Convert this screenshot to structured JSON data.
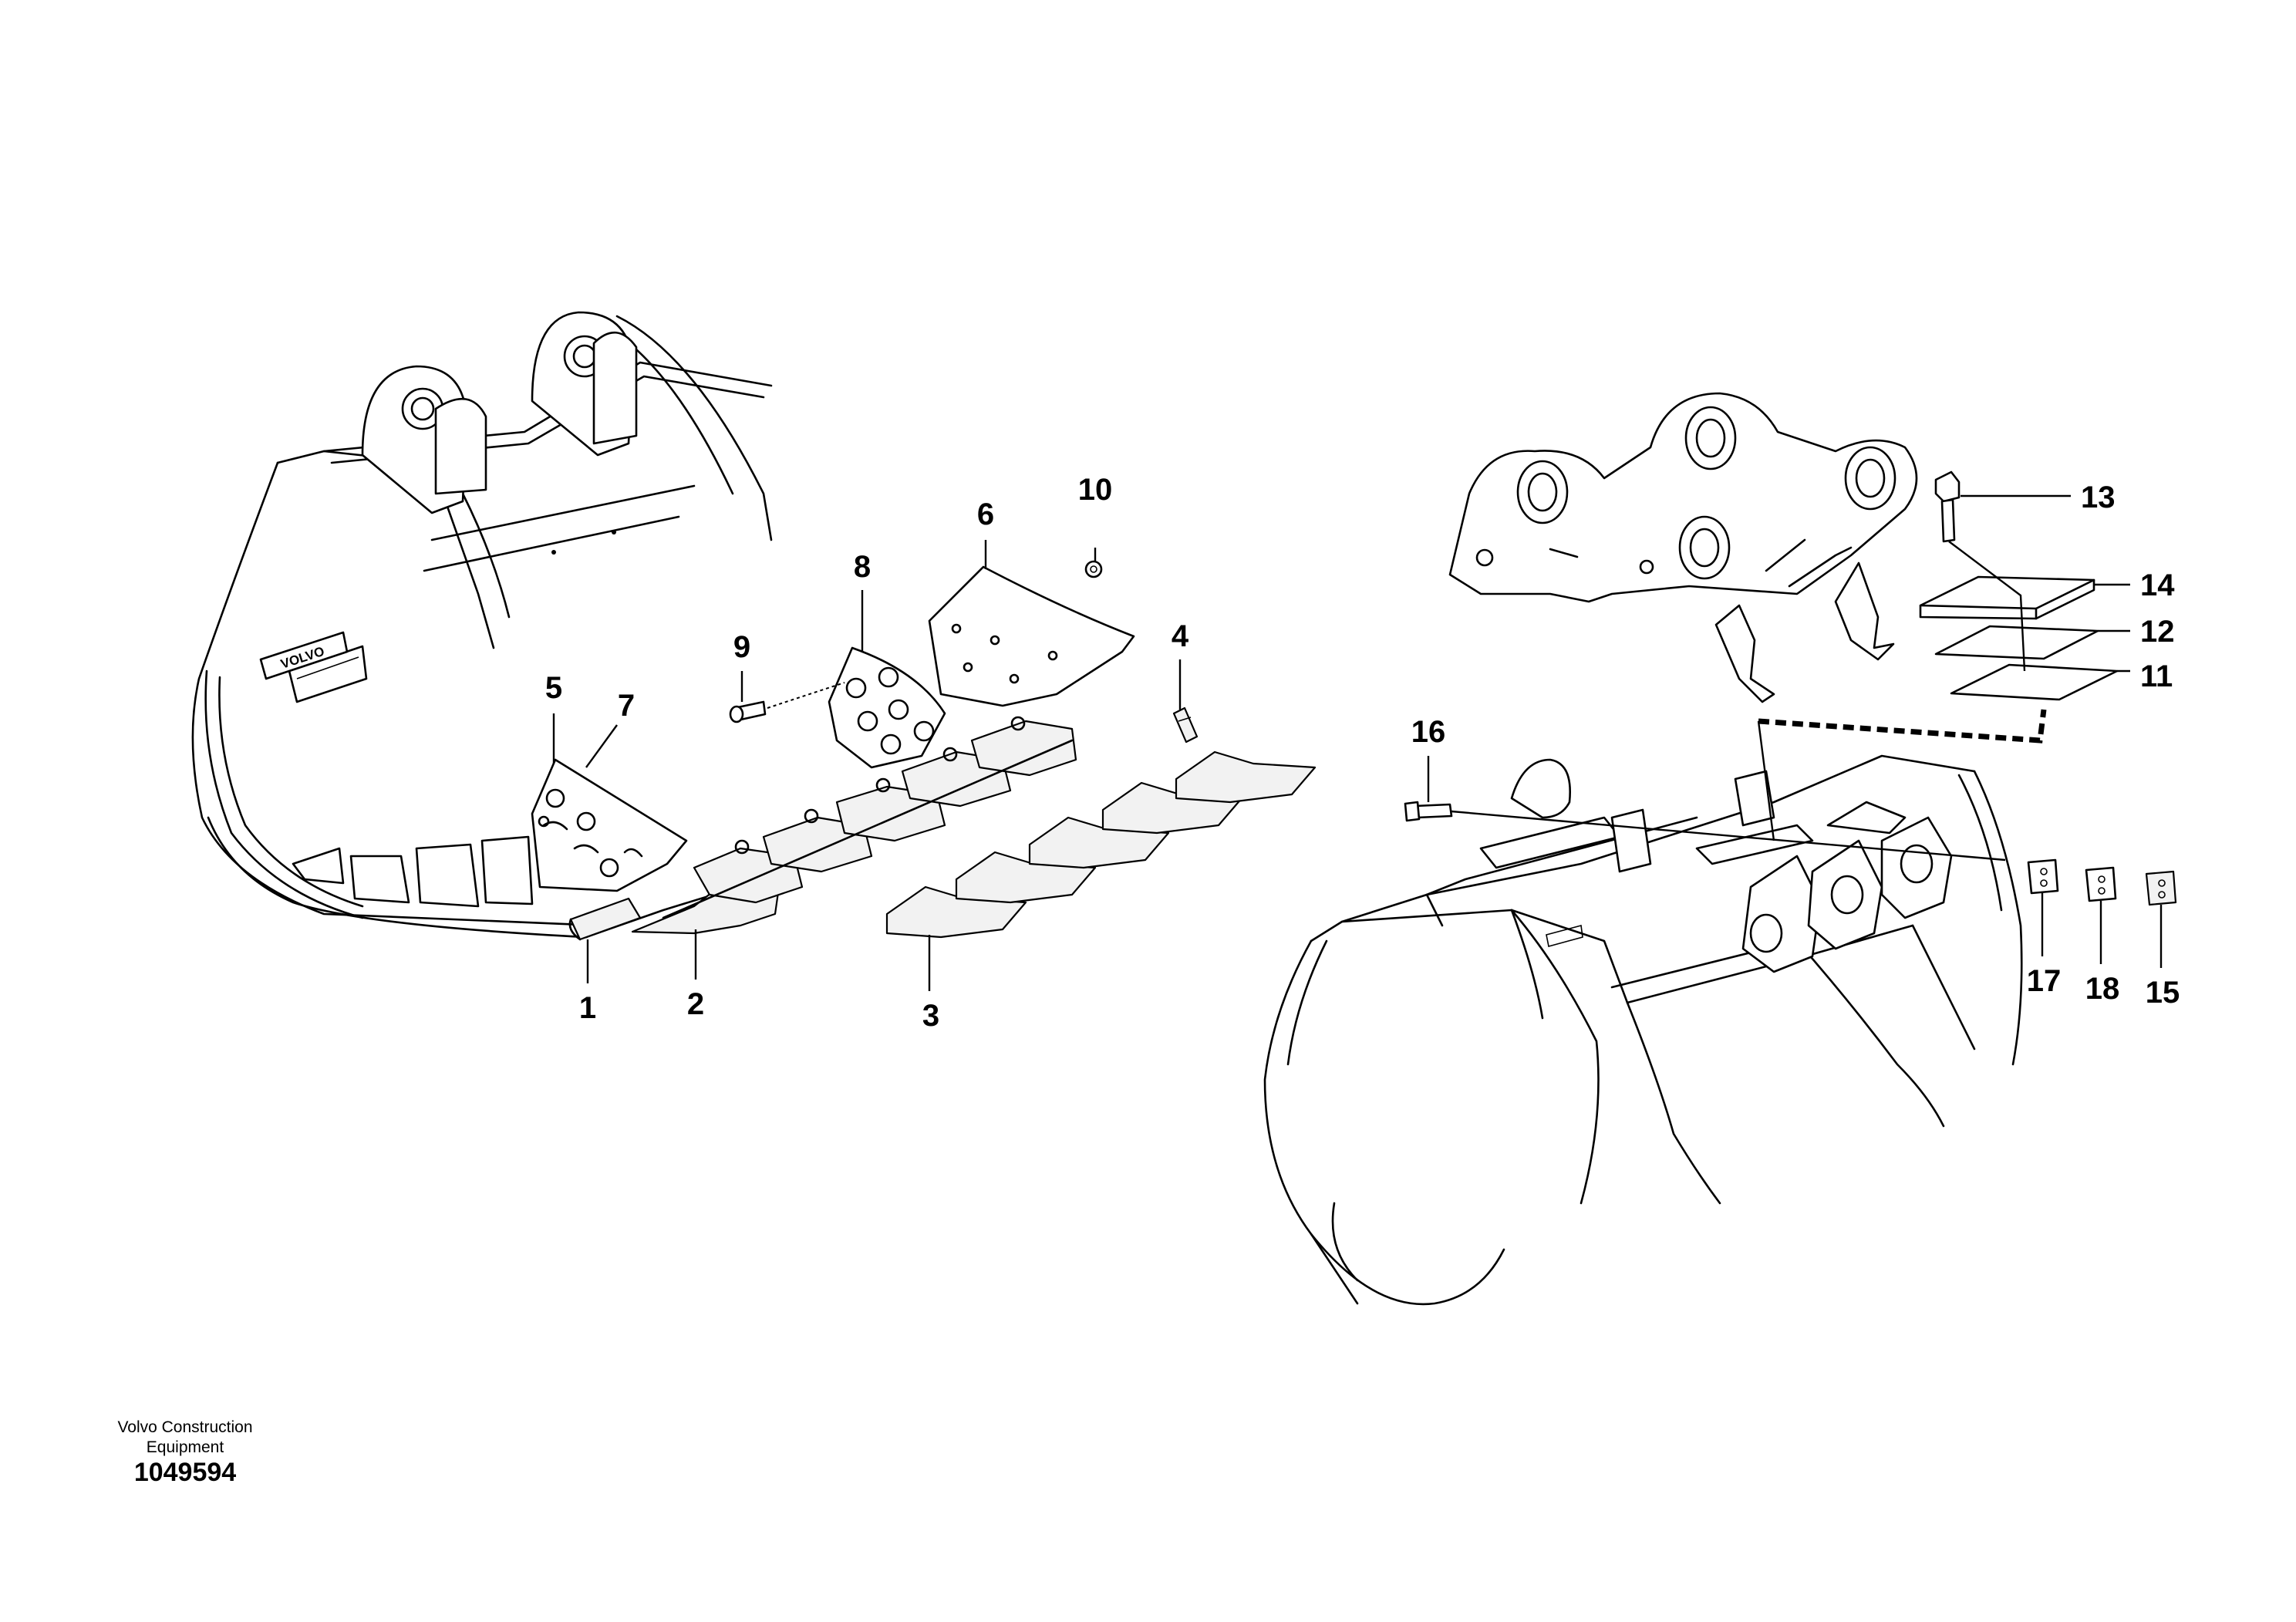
{
  "drawing": {
    "publisher": "Volvo Construction\nEquipment",
    "drawing_number": "1049594",
    "logo_text": "VOLVO"
  },
  "callouts": {
    "c1": "1",
    "c2": "2",
    "c3": "3",
    "c4": "4",
    "c5": "5",
    "c6": "6",
    "c7": "7",
    "c8": "8",
    "c9": "9",
    "c10": "10",
    "c11": "11",
    "c12": "12",
    "c13": "13",
    "c14": "14",
    "c15": "15",
    "c16": "16",
    "c17": "17",
    "c18": "18"
  }
}
